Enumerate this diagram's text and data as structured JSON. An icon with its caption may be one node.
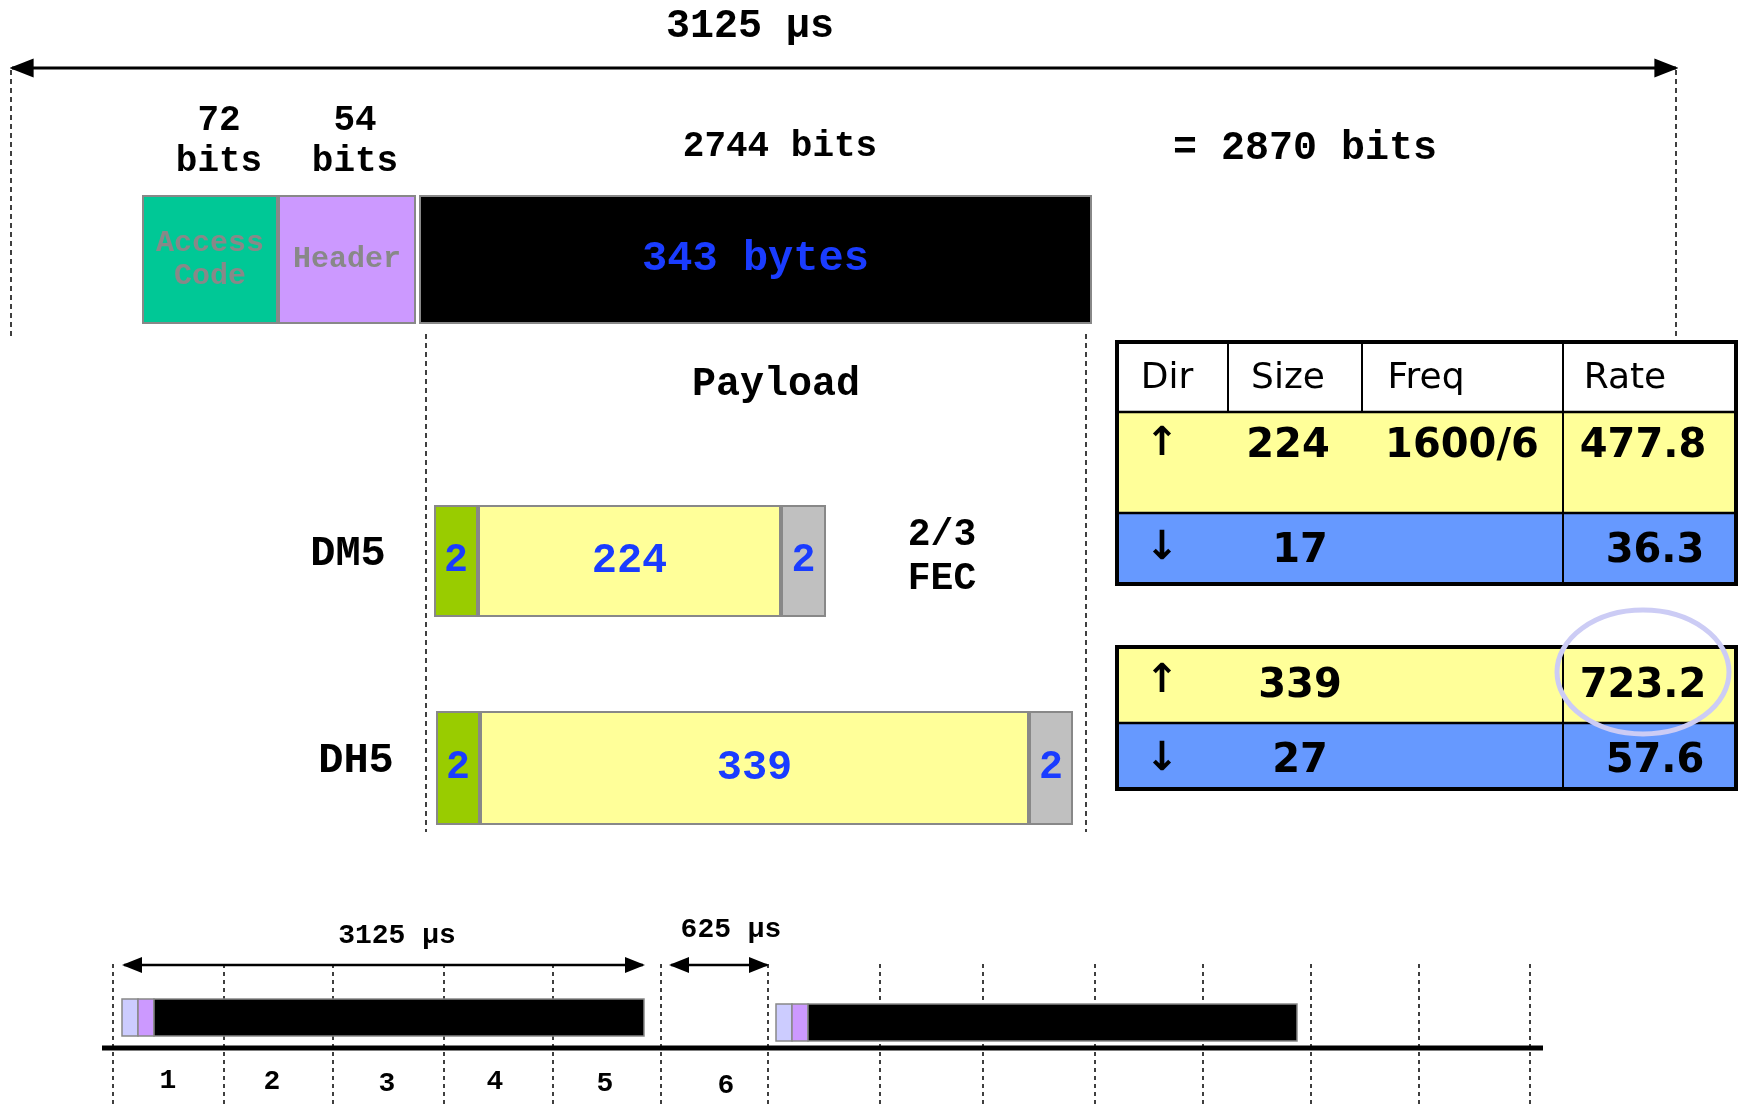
{
  "diagram": {
    "nodes": [
      {
        "text": [
          "Access Code"
        ]
      },
      {
        "text": [
          "Header"
        ]
      },
      {
        "text": [
          "343 bytes"
        ]
      },
      {
        "text": [
          "2"
        ]
      },
      {
        "text": [
          "224"
        ]
      },
      {
        "text": [
          "2"
        ]
      },
      {
        "text": [
          "2"
        ]
      },
      {
        "text": [
          "339"
        ]
      },
      {
        "text": [
          "2"
        ]
      }
    ],
    "labels": [
      "3125 µs",
      "72 bits",
      "54 bits",
      "2744 bits",
      "= 2870 bits",
      "Payload",
      "DM5",
      "2/3 FEC",
      "DH5",
      "Dir",
      "Size",
      "Freq",
      "Rate",
      "↑",
      "224",
      "1600/6",
      "477.8",
      "↓",
      "17",
      "36.3",
      "↑",
      "339",
      "723.2",
      "↓",
      "27",
      "57.6",
      "3125 µs",
      "625 µs",
      "1",
      "2",
      "3",
      "4",
      "5",
      "6"
    ]
  }
}
